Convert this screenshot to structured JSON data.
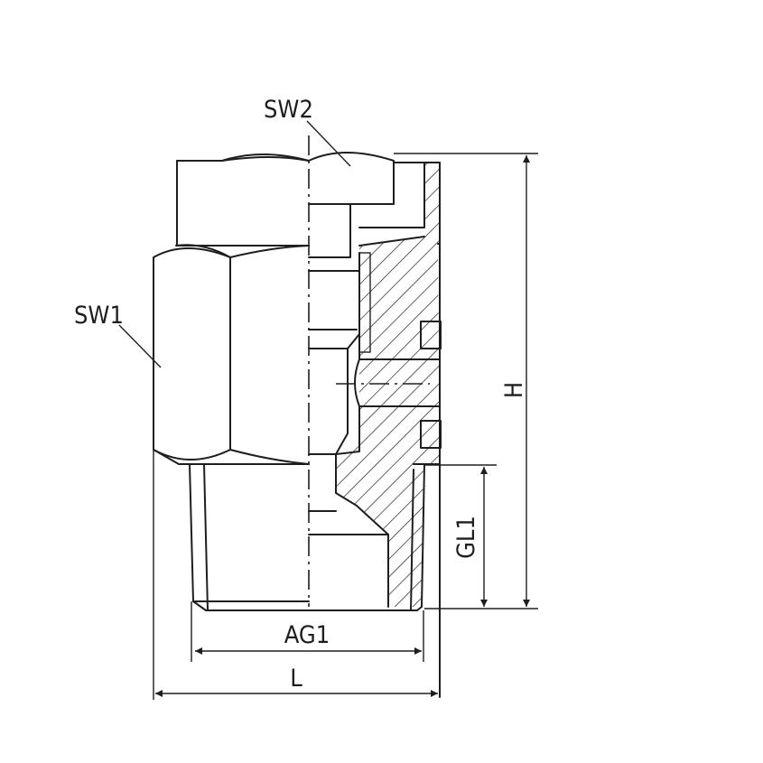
{
  "drawing": {
    "type": "technical cross-section drawing",
    "subject": "threaded fitting with hex nuts (half section)",
    "line_color": "#1e1e1e",
    "background": "#ffffff"
  },
  "labels": {
    "sw2": "SW2",
    "sw1": "SW1",
    "h": "H",
    "gl1": "GL1",
    "ag1": "AG1",
    "l": "L"
  }
}
